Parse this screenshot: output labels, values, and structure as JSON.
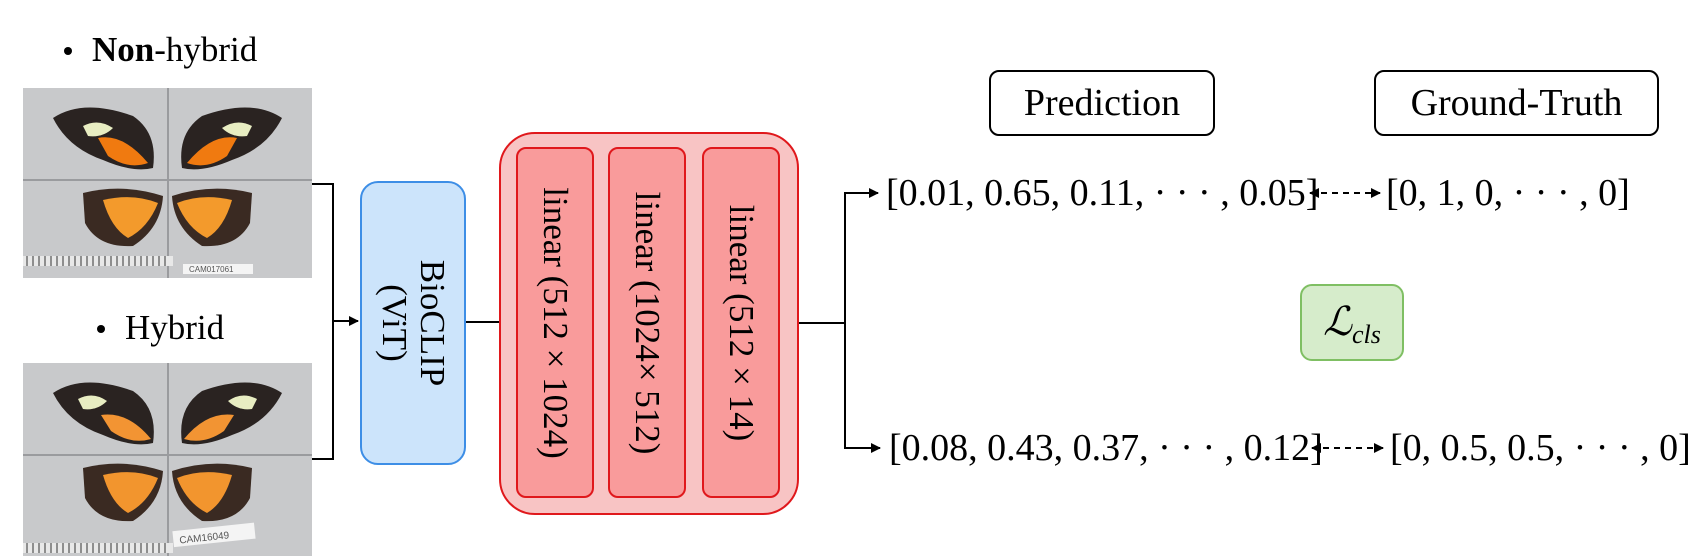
{
  "samples": {
    "non_hybrid": {
      "label_bold": "Non",
      "label_rest": "-hybrid",
      "tag": "CAM017061"
    },
    "hybrid": {
      "label": "Hybrid",
      "tag": "CAM16049"
    }
  },
  "encoder": {
    "name": "BioCLIP",
    "sub": "(ViT)",
    "color": "#cce4fb",
    "border": "#3d8ee6"
  },
  "mlp": {
    "color": "#f8c4c4",
    "border": "#e0181c",
    "layers": [
      {
        "label": "linear (512 × 1024)"
      },
      {
        "label": "linear (1024× 512)"
      },
      {
        "label": "linear (512 × 14)"
      }
    ]
  },
  "headers": {
    "prediction": "Prediction",
    "ground_truth": "Ground-Truth"
  },
  "outputs": {
    "non_hybrid": {
      "prediction": "[0.01, 0.65, 0.11, · · · , 0.05]",
      "ground_truth": "[0, 1, 0, · · · , 0]"
    },
    "hybrid": {
      "prediction": "[0.08, 0.43, 0.37, · · · , 0.12]",
      "ground_truth": "[0, 0.5, 0.5, · · · , 0]"
    }
  },
  "loss": {
    "symbol": "ℒ",
    "subscript": "cls",
    "color": "#d6eccb",
    "border": "#7fbf63"
  }
}
